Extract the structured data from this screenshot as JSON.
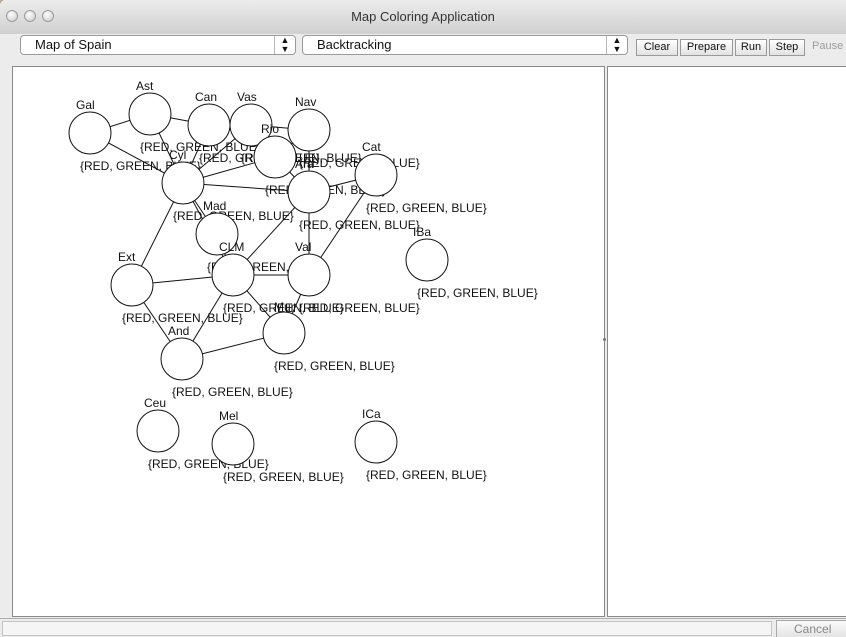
{
  "window": {
    "title": "Map Coloring Application"
  },
  "toolbar": {
    "map_select": "Map of Spain",
    "algorithm_select": "Backtracking",
    "clear_label": "Clear",
    "prepare_label": "Prepare",
    "run_label": "Run",
    "step_label": "Step",
    "pause_label": "Pause"
  },
  "status": {
    "cancel_label": "Cancel"
  },
  "graph": {
    "nodes": [
      {
        "id": "Gal",
        "label": "Gal",
        "domain": "{RED, GREEN, BLUE}"
      },
      {
        "id": "Ast",
        "label": "Ast",
        "domain": "{RED, GREEN, BLUE}"
      },
      {
        "id": "Can",
        "label": "Can",
        "domain": "{RED, GREEN, BLUE}"
      },
      {
        "id": "Vas",
        "label": "Vas",
        "domain": "{RED, GREEN, BLUE}"
      },
      {
        "id": "Nav",
        "label": "Nav",
        "domain": "{RED, GREEN, BLUE}"
      },
      {
        "id": "Rio",
        "label": "Rio",
        "domain": "{RED, GREEN, BLUE}"
      },
      {
        "id": "Cyl",
        "label": "Cyl",
        "domain": "{RED, GREEN, BLUE}"
      },
      {
        "id": "Ara",
        "label": "Ara",
        "domain": "{RED, GREEN, BLUE}"
      },
      {
        "id": "Cat",
        "label": "Cat",
        "domain": "{RED, GREEN, BLUE}"
      },
      {
        "id": "Mad",
        "label": "Mad",
        "domain": "{RED, GREEN, BLUE}"
      },
      {
        "id": "IBa",
        "label": "IBa",
        "domain": "{RED, GREEN, BLUE}"
      },
      {
        "id": "Ext",
        "label": "Ext",
        "domain": "{RED, GREEN, BLUE}"
      },
      {
        "id": "CLM",
        "label": "CLM",
        "domain": "{RED, GREEN, BLUE}"
      },
      {
        "id": "Val",
        "label": "Val",
        "domain": "{RED, GREEN, BLUE}"
      },
      {
        "id": "Mur",
        "label": "Mur",
        "domain": "{RED, GREEN, BLUE}"
      },
      {
        "id": "And",
        "label": "And",
        "domain": "{RED, GREEN, BLUE}"
      },
      {
        "id": "Ceu",
        "label": "Ceu",
        "domain": "{RED, GREEN, BLUE}"
      },
      {
        "id": "Mel",
        "label": "Mel",
        "domain": "{RED, GREEN, BLUE}"
      },
      {
        "id": "ICa",
        "label": "ICa",
        "domain": "{RED, GREEN, BLUE}"
      }
    ],
    "edges": [
      [
        "Gal",
        "Ast"
      ],
      [
        "Gal",
        "Cyl"
      ],
      [
        "Ast",
        "Can"
      ],
      [
        "Ast",
        "Cyl"
      ],
      [
        "Can",
        "Vas"
      ],
      [
        "Can",
        "Cyl"
      ],
      [
        "Vas",
        "Nav"
      ],
      [
        "Vas",
        "Rio"
      ],
      [
        "Vas",
        "Cyl"
      ],
      [
        "Nav",
        "Rio"
      ],
      [
        "Nav",
        "Ara"
      ],
      [
        "Rio",
        "Cyl"
      ],
      [
        "Rio",
        "Ara"
      ],
      [
        "Cyl",
        "Ara"
      ],
      [
        "Cyl",
        "Mad"
      ],
      [
        "Cyl",
        "CLM"
      ],
      [
        "Cyl",
        "Ext"
      ],
      [
        "Ara",
        "Cat"
      ],
      [
        "Ara",
        "CLM"
      ],
      [
        "Ara",
        "Val"
      ],
      [
        "Cat",
        "Val"
      ],
      [
        "Mad",
        "CLM"
      ],
      [
        "Ext",
        "CLM"
      ],
      [
        "Ext",
        "And"
      ],
      [
        "CLM",
        "Val"
      ],
      [
        "CLM",
        "Mur"
      ],
      [
        "CLM",
        "And"
      ],
      [
        "Val",
        "Mur"
      ],
      [
        "Mur",
        "And"
      ]
    ]
  }
}
